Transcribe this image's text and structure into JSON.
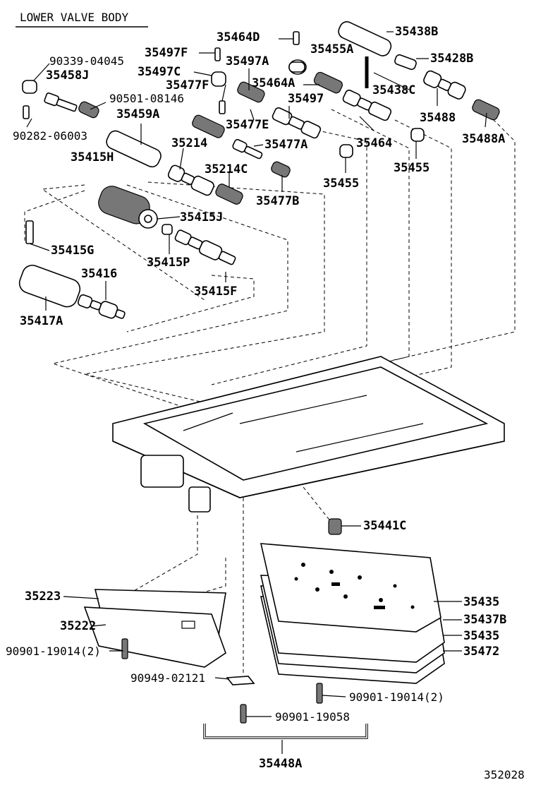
{
  "diagram": {
    "title": "LOWER VALVE BODY",
    "figure_number": "352028"
  },
  "labels": {
    "p35464D": "35464D",
    "p35438B": "35438B",
    "p90339": "90339-04045",
    "p35497F": "35497F",
    "p35455A": "35455A",
    "p35428B": "35428B",
    "p35458J": "35458J",
    "p35497C": "35497C",
    "p35497A": "35497A",
    "p35477F": "35477F",
    "p35464A": "35464A",
    "p35438C": "35438C",
    "p90501": "90501-08146",
    "p35497": "35497",
    "p35488": "35488",
    "p35459A": "35459A",
    "p35477E": "35477E",
    "p90282": "90282-06003",
    "p35488A": "35488A",
    "p35214": "35214",
    "p35477A": "35477A",
    "p35464": "35464",
    "p35415H": "35415H",
    "p35455": "35455",
    "p35214C": "35214C",
    "p35455b": "35455",
    "p35477B": "35477B",
    "p35415J": "35415J",
    "p35415G": "35415G",
    "p35415P": "35415P",
    "p35416": "35416",
    "p35415F": "35415F",
    "p35417A": "35417A",
    "p35441C": "35441C",
    "p35223": "35223",
    "p35435a": "35435",
    "p35222": "35222",
    "p35437B": "35437B",
    "p90901a": "90901-19014(2)",
    "p35435b": "35435",
    "p35472": "35472",
    "p90949": "90949-02121",
    "p90901b": "90901-19014(2)",
    "p90901c": "90901-19058",
    "p35448A": "35448A"
  }
}
